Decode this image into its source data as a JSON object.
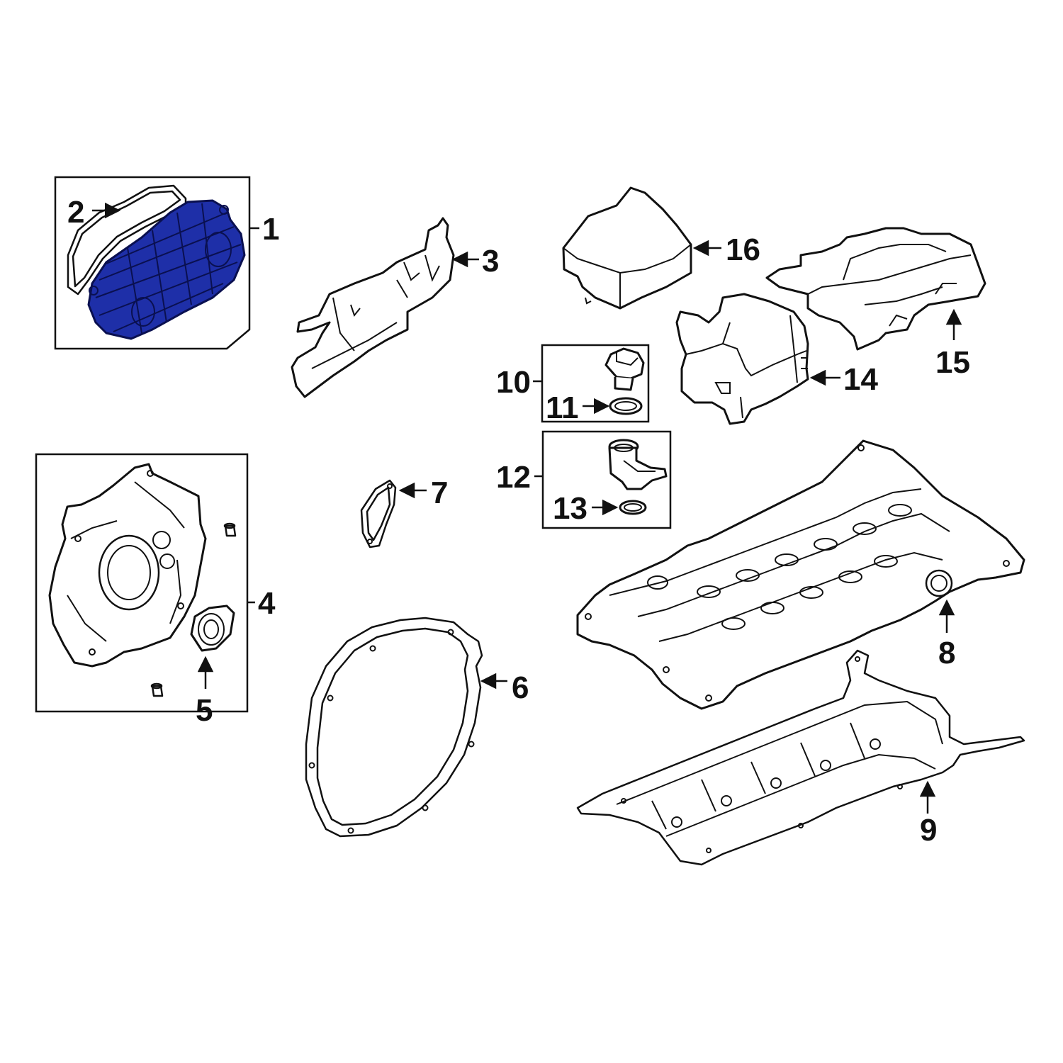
{
  "diagram": {
    "highlight_color": "#1e2fa8",
    "line_color": "#111111",
    "background_color": "#ffffff",
    "callouts": {
      "c1": "1",
      "c2": "2",
      "c3": "3",
      "c4": "4",
      "c5": "5",
      "c6": "6",
      "c7": "7",
      "c8": "8",
      "c9": "9",
      "c10": "10",
      "c11": "11",
      "c12": "12",
      "c13": "13",
      "c14": "14",
      "c15": "15",
      "c16": "16"
    }
  }
}
